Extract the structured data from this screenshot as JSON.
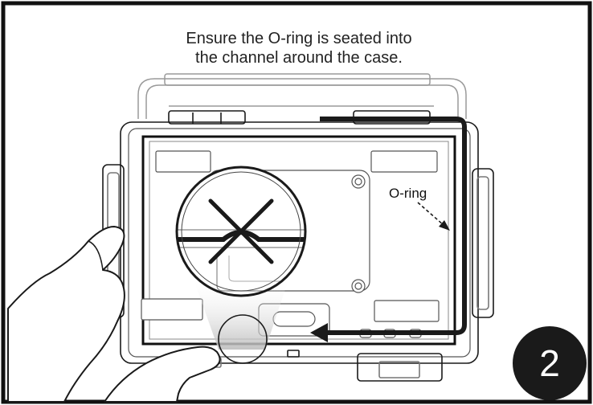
{
  "instruction": {
    "line1": "Ensure the O-ring is seated into",
    "line2": "the channel around the case."
  },
  "callout": {
    "label": "O-ring"
  },
  "step": {
    "number": "2"
  },
  "colors": {
    "frame": "#111111",
    "line": "#1a1a1a",
    "light_line": "#9a9a9a",
    "badge": "#1a1a1a",
    "shadow": "#d8d8d8"
  },
  "icons": {
    "wrong_mark": "x-mark-icon",
    "arrows": "arrow-icon"
  }
}
